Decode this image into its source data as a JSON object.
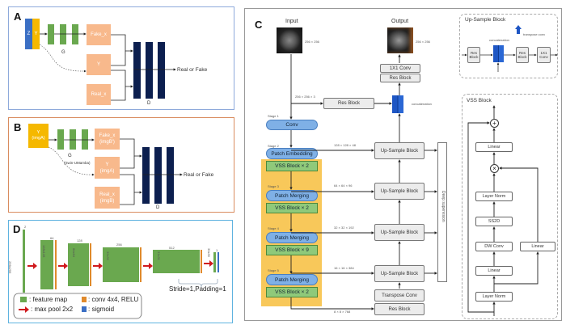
{
  "panels": {
    "a": {
      "label": "A",
      "input_z": "Z",
      "input_y": "Y",
      "generator": "G",
      "fake": "Fake_x",
      "y": "Y",
      "real": "Real_x",
      "discriminator": "D",
      "output": "Real or Fake"
    },
    "b": {
      "label": "B",
      "input": "Y\n(imgA)",
      "generator": "G",
      "generator_name": "(Swin-UMamba)",
      "fake": "Fake_x\n(imgB')",
      "y": "Y\n(imgA)",
      "real": "Real_x\n(imgB)",
      "discriminator": "D",
      "output": "Real or Fake"
    },
    "c": {
      "label": "C",
      "input_title": "Input",
      "output_title": "Output",
      "input_size": "256 × 256",
      "output_size": "256 × 256",
      "conv1x1": "1X1 Conv",
      "res_block_top": "Res Block",
      "res_block_skip": "Res Block",
      "concat": "concatenation",
      "skip_dims": "256 × 256 × 3",
      "stage1": "Stage 1",
      "conv": "Conv",
      "stage2": "Stage 2",
      "patch_embedding": "Patch Embedding",
      "vss1": "VSS Block × 2",
      "stage3": "Stage 3",
      "patch_merging1": "Patch Merging",
      "vss2": "VSS Block × 2",
      "stage4": "Stage 4",
      "patch_merging2": "Patch Merging",
      "vss3": "VSS Block × 9",
      "stage5": "Stage 5",
      "patch_merging3": "Patch Merging",
      "vss4": "VSS Block × 2",
      "dims": [
        "128 × 128 × 48",
        "64 × 64 × 96",
        "32 × 32 × 192",
        "16 × 16 × 384",
        "8 × 8 × 768"
      ],
      "upsample": "Up-Sample Block",
      "transpose_conv": "Transpose Conv",
      "res_block_bottom": "Res Block",
      "deep_supervision": "Deep supervision",
      "upsample_detail": {
        "title": "Up-Sample Block",
        "res1": "Res Block",
        "concat": "concatenation",
        "res2": "Res Block",
        "conv": "1X1 Conv",
        "transpose": "transpose conv"
      },
      "vss_detail": {
        "title": "VSS Block",
        "plus": "+",
        "times": "×",
        "linear_top": "Linear",
        "layer_norm_top": "Layer Norm",
        "ss2d": "SS2D",
        "dw_conv": "DW Conv",
        "linear_mid": "Linear",
        "linear_side": "Linear",
        "layer_norm_bottom": "Layer Norm"
      }
    },
    "d": {
      "label": "D",
      "channels": [
        "2",
        "64",
        "128",
        "256",
        "512",
        "1"
      ],
      "sizes": [
        "256x256",
        "128x128",
        "64x64",
        "32x32",
        "31x31",
        "30x30"
      ],
      "stride_note": "Stride=1,Padding=1",
      "legend": {
        "feature_map": ": feature map",
        "conv": ": conv 4x4, RELU",
        "max_pool": ": max pool 2x2",
        "sigmoid": ": sigmoid"
      }
    }
  },
  "colors": {
    "panel_a_border": "#8eaadb",
    "panel_b_border": "#d98c5f",
    "panel_c_border": "#999999",
    "panel_d_border": "#5fb3e0",
    "peach": "#f8b98c",
    "green": "#6aa84f",
    "navy": "#0c1f4f",
    "yellow": "#f5b800",
    "blue": "#3b6fc4",
    "orange": "#e08a2c",
    "red": "#d0191d"
  }
}
